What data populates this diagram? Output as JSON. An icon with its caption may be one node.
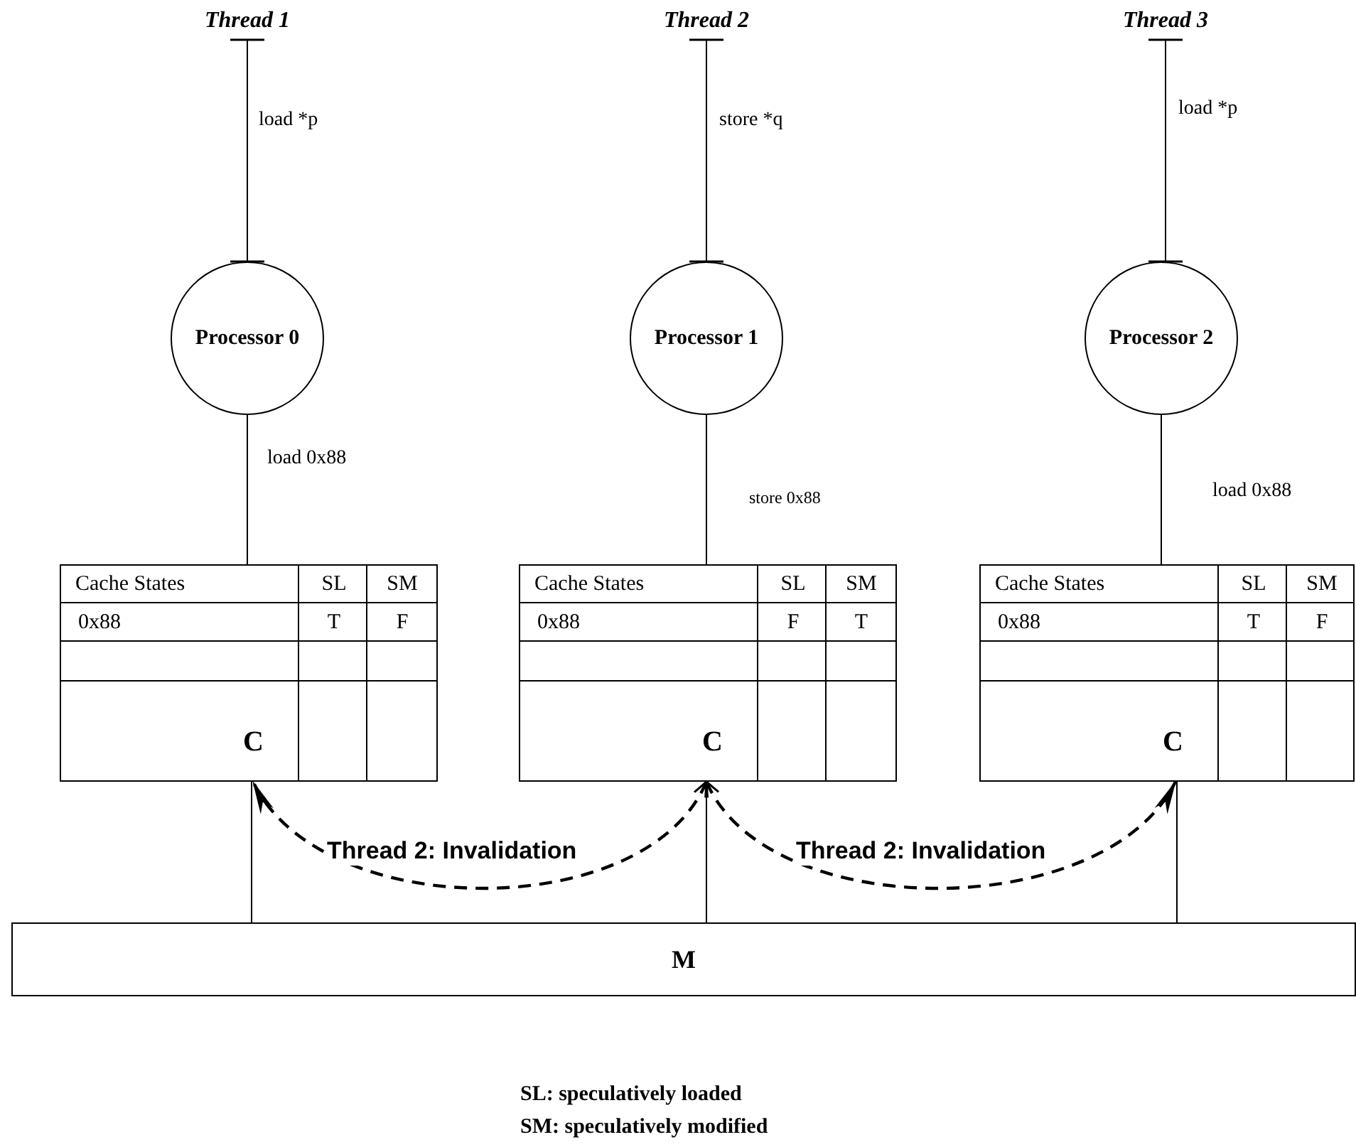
{
  "diagram": {
    "nodes": [
      {
        "text": [
          "Thread 1"
        ]
      },
      {
        "text": [
          "Processor 0"
        ]
      },
      {
        "text": [
          "Thread 2"
        ]
      },
      {
        "text": [
          "Processor 1"
        ]
      },
      {
        "text": [
          "Thread 3"
        ]
      },
      {
        "text": [
          "Processor 2"
        ]
      },
      {
        "text": [
          "Cache States",
          "SL",
          "SM",
          "0x88",
          "T",
          "F",
          "C"
        ]
      },
      {
        "text": [
          "Cache States",
          "SL",
          "SM",
          "0x88",
          "F",
          "T",
          "C"
        ]
      },
      {
        "text": [
          "Cache States",
          "SL",
          "SM",
          "0x88",
          "T",
          "F",
          "C"
        ]
      },
      {
        "text": [
          "M"
        ]
      }
    ],
    "edges": [
      {
        "from": 0,
        "to": 1,
        "arrow": "other",
        "label": "load *p"
      },
      {
        "from": 2,
        "to": 3,
        "arrow": "other",
        "label": "store *q"
      },
      {
        "from": 4,
        "to": 5,
        "arrow": "other",
        "label": "load *p"
      },
      {
        "from": 1,
        "to": 6,
        "arrow": "none",
        "label": "load 0x88"
      },
      {
        "from": 3,
        "to": 7,
        "arrow": "none",
        "label": "store 0x88"
      },
      {
        "from": 5,
        "to": 8,
        "arrow": "none",
        "label": "load 0x88"
      },
      {
        "from": 6,
        "to": 9,
        "arrow": "none"
      },
      {
        "from": 7,
        "to": 9,
        "arrow": "none"
      },
      {
        "from": 8,
        "to": 9,
        "arrow": "none"
      },
      {
        "from": 7,
        "to": 6,
        "arrow": "both",
        "label": "Thread 2: Invalidation",
        "style": "dashed"
      },
      {
        "from": 7,
        "to": 8,
        "arrow": "both",
        "label": "Thread 2: Invalidation",
        "style": "dashed"
      }
    ],
    "labels": [
      "SL: speculatively loaded",
      "SM: speculatively modified"
    ]
  }
}
